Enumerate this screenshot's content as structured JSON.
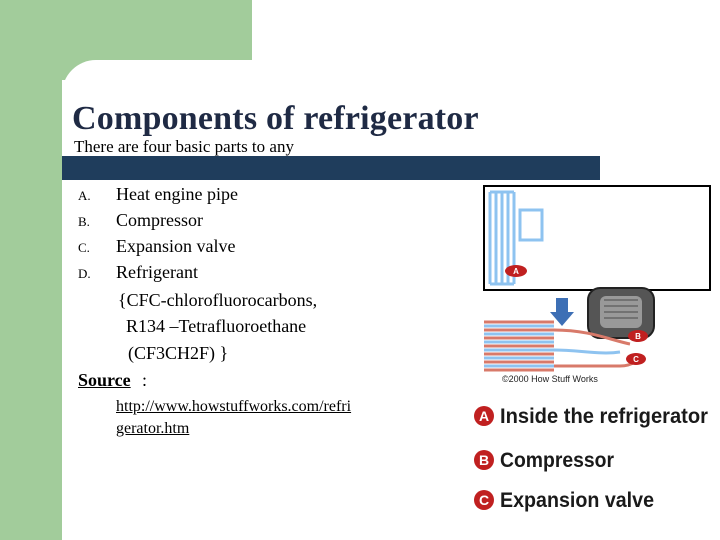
{
  "slide": {
    "title": "Components of refrigerator",
    "subtitle": "There are four basic parts to any",
    "items": [
      {
        "marker": "A.",
        "text": "Heat engine pipe"
      },
      {
        "marker": "B.",
        "text": "Compressor"
      },
      {
        "marker": "C.",
        "text": "Expansion valve"
      },
      {
        "marker": "D.",
        "text": "Refrigerant"
      }
    ],
    "refrigerant_details": [
      "{CFC-chlorofluorocarbons,",
      "R134 –Tetrafluoroethane",
      "(CF3CH2F) }"
    ],
    "source_label": "Source ",
    "source_colon": ":",
    "source_link_lines": [
      "http://www.howstuffworks.com/refri",
      "gerator.htm"
    ]
  },
  "diagram": {
    "copyright": "©2000 How Stuff Works",
    "markers": [
      "A",
      "B",
      "C"
    ],
    "legend": [
      {
        "letter": "A",
        "label": "Inside the refrigerator"
      },
      {
        "letter": "B",
        "label": "Compressor"
      },
      {
        "letter": "C",
        "label": "Expansion valve"
      }
    ]
  },
  "colors": {
    "green": "#a2cc9b",
    "title_bar": "#1f3d5c",
    "pipe_blue": "#8ec3f0",
    "pipe_red": "#d87a6a",
    "badge": "#c02020"
  }
}
